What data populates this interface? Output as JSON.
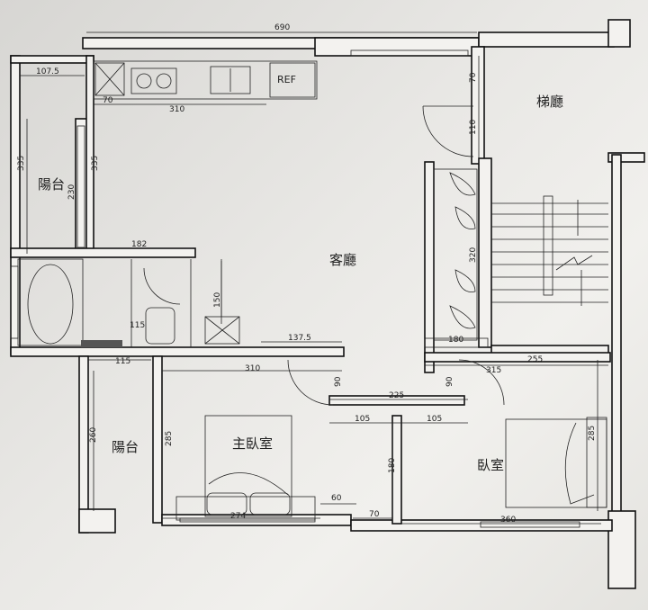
{
  "rooms": {
    "stair_hall": "梯廳",
    "living": "客廳",
    "balcony_top": "陽台",
    "balcony_bottom": "陽台",
    "master_bedroom": "主臥室",
    "bedroom": "臥室"
  },
  "fixtures": {
    "fridge": "REF"
  },
  "dimensions": {
    "overall_width": "690",
    "balcony_width": "107.5",
    "kitchen_70": "70",
    "kitchen_310": "310",
    "balcony_height_335": "335",
    "inner_335": "335",
    "inner_230": "230",
    "bath_182": "182",
    "bath_150": "150",
    "bath_115": "115",
    "hall_137_5": "137.5",
    "right_70": "70",
    "right_110": "110",
    "right_320": "320",
    "sofa_180": "180",
    "bottom_115": "115",
    "master_310": "310",
    "door_90_left": "90",
    "corridor_225": "225",
    "door_90_right": "90",
    "bed2_255": "255",
    "bed2_315": "315",
    "closet_105_left": "105",
    "closet_105_right": "105",
    "balcony2_260": "260",
    "master_285": "285",
    "closet_180": "180",
    "bed2_285": "285",
    "master_274": "274",
    "bottom_60": "60",
    "bottom_70": "70",
    "bed2_360": "360"
  }
}
